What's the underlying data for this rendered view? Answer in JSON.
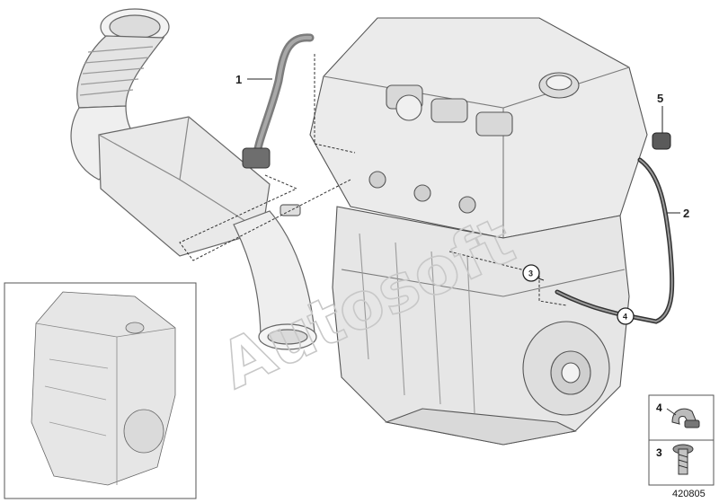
{
  "diagram": {
    "callouts": [
      {
        "id": "1",
        "label": "1"
      },
      {
        "id": "2",
        "label": "2"
      },
      {
        "id": "5",
        "label": "5"
      }
    ],
    "circled_callouts": [
      {
        "id": "3",
        "label": "3"
      },
      {
        "id": "4",
        "label": "4"
      }
    ],
    "legend": {
      "items": [
        {
          "label": "4",
          "icon": "clamp-icon"
        },
        {
          "label": "3",
          "icon": "bolt-icon"
        }
      ]
    },
    "diagram_id": "420805",
    "watermark": "Autosoft"
  },
  "colors": {
    "part_fill": "#e9e9e9",
    "part_stroke": "#555555",
    "highlight_part": "#8a8a8a",
    "line": "#222222"
  }
}
